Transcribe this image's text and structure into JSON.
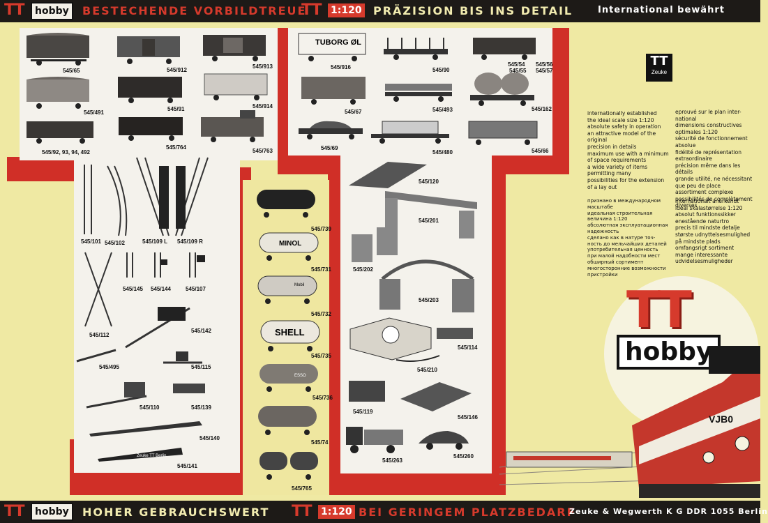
{
  "top_bar": {
    "logo_tt": "TT",
    "logo_hobby": "hobby",
    "slogan_1": "BESTECHENDE VORBILDTREUE",
    "tt_mark": "TT",
    "scale": "1:120",
    "slogan_2": "PRÄZISION BIS INS DETAIL",
    "slogan_3": "International bewährt"
  },
  "bottom_bar": {
    "logo_tt": "TT",
    "logo_hobby": "hobby",
    "slogan_1": "HOHER GEBRAUCHSWERT",
    "tt_mark": "TT",
    "scale": "1:120",
    "slogan_2": "BEI GERINGEM PLATZBEDARF",
    "company": "Zeuke & Wegwerth K G DDR 1055 Berlin"
  },
  "zeuke_logo": {
    "mark": "TT",
    "name": "Zeuke"
  },
  "big_logo": {
    "tt": "TT",
    "hobby": "hobby"
  },
  "locomotive_plate": "VJB0",
  "text_blocks": {
    "english": [
      "internationally established",
      "the ideal scale size 1:120",
      "absolute safety in operation",
      "an attractive model of the",
      "original",
      "precision in details",
      "maximum use with a minimum",
      "of space requirements",
      "a wide variety of items",
      "permitting many",
      "possibilities for the extension",
      "of a lay out"
    ],
    "french": [
      "eprouvé sur le plan inter-",
      "national",
      "dimensions constructives",
      "optimales 1:120",
      "sécurité de fonctionnement",
      "absolue",
      "fidélité de représentation",
      "extraordinaire",
      "précision même dans les",
      "détails",
      "grande utilité, ne nécessitant",
      "que peu de place",
      "assortiment complexe",
      "possibilités de complètement",
      "diverses"
    ],
    "russian": [
      "признано в международном",
      "масштабе",
      "идеальная строительная",
      "величина 1:120",
      "абсолютная эксплуатационная",
      "надежность",
      "сделано как в натуре точ-",
      "ность до мельчайших деталей",
      "употребительная ценность",
      "при малой надобности мест",
      "обширный сортимент",
      "многосторонние возможности",
      "пристройки"
    ],
    "danish": [
      "internationalt anerkendt",
      "ideal skalastørrelse 1:120",
      "absolut funktionssikker",
      "enestående naturtro",
      "precis til mindste detalje",
      "største udnyttelsesmulighed",
      "på mindste plads",
      "omfangsrigt sortiment",
      "mange interessante",
      "udvidelsesmuligheder"
    ]
  },
  "items": {
    "p1": [
      "545/65",
      "545/912",
      "545/913",
      "545/491",
      "545/91",
      "545/914",
      "545/92, 93, 94, 492",
      "545/764",
      "545/763"
    ],
    "p2": [
      "545/916",
      "545/90",
      "545/54",
      "545/56",
      "545/55",
      "545/57",
      "545/67",
      "545/493",
      "545/162",
      "545/69",
      "545/480",
      "545/66"
    ],
    "track": [
      "545/101",
      "545/102",
      "545/109 L",
      "545/109 R",
      "545/145",
      "545/144",
      "545/107",
      "545/112",
      "545/142",
      "545/495",
      "545/115",
      "545/110",
      "545/139",
      "545/140",
      "545/141"
    ],
    "tank": [
      "545/739",
      "545/731",
      "545/732",
      "545/735",
      "545/736",
      "545/74",
      "545/765"
    ],
    "bridges": [
      "545/120",
      "545/201",
      "545/202",
      "545/203",
      "545/114",
      "545/210",
      "545/119",
      "545/146",
      "545/263",
      "545/260"
    ]
  },
  "wagon_marks": {
    "tuborg": "TUBORG ØL",
    "minol": "MINOL",
    "mobil": "Mobil",
    "shell": "SHELL",
    "esso": "ESSO",
    "tweezer_text": "Zeuke TT Berlin"
  }
}
